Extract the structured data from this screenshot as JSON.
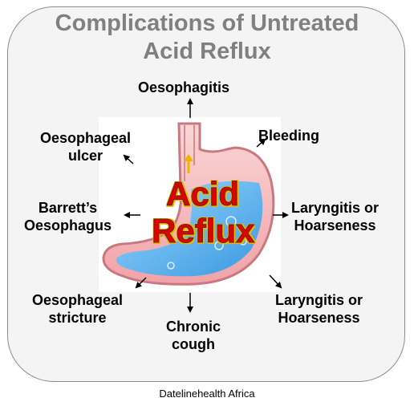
{
  "title": {
    "line1": "Complications of Untreated",
    "line2": "Acid Reflux"
  },
  "center": {
    "word1": "Acid",
    "word2": "Reflux"
  },
  "labels": {
    "top": "Oesophagitis",
    "ulcer_l1": "Oesophageal",
    "ulcer_l2": "ulcer",
    "bleeding": "Bleeding",
    "barretts_l1": "Barrett’s",
    "barretts_l2": "Oesophagus",
    "laryngitis1_l1": "Laryngitis or",
    "laryngitis1_l2": "Hoarseness",
    "stricture_l1": "Oesophageal",
    "stricture_l2": "stricture",
    "cough_l1": "Chronic",
    "cough_l2": "cough",
    "laryngitis2_l1": "Laryngitis or",
    "laryngitis2_l2": "Hoarseness"
  },
  "footer": "Datelinehealth Africa",
  "colors": {
    "title": "#808080",
    "frame_border": "#8c8c8c",
    "frame_fill": "#f4f4f4",
    "acid_text": "#e00000",
    "stomach_lining": "#f2a3a8",
    "stomach_fluid": "#5cb5f0"
  },
  "icons": [
    "stomach-illustration",
    "arrow-icon"
  ]
}
